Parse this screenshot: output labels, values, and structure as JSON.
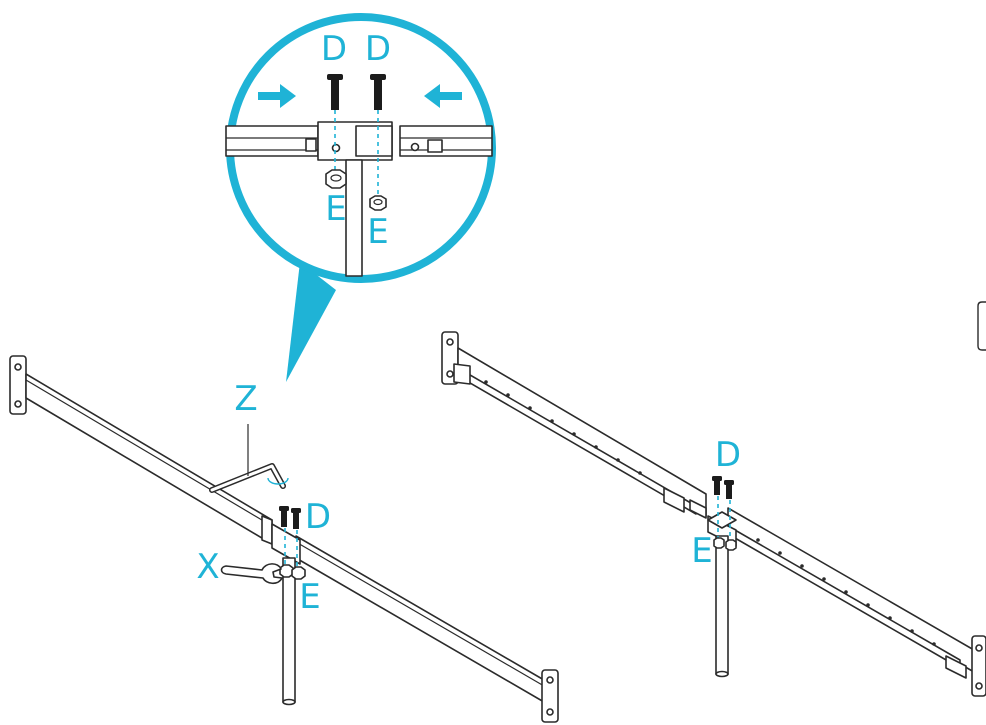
{
  "colors": {
    "accent": "#1fb3d6",
    "line": "#2b2b2b"
  },
  "labels": {
    "bolt_d_left": "D",
    "bolt_d_right": "D",
    "nut_e_left": "E",
    "nut_e_right": "E",
    "tool_z": "Z",
    "bolt_d_left_frame": "D",
    "nut_e_left_frame": "E",
    "tool_x": "X",
    "bolt_d_right_frame": "D",
    "nut_e_right_frame": "E"
  }
}
